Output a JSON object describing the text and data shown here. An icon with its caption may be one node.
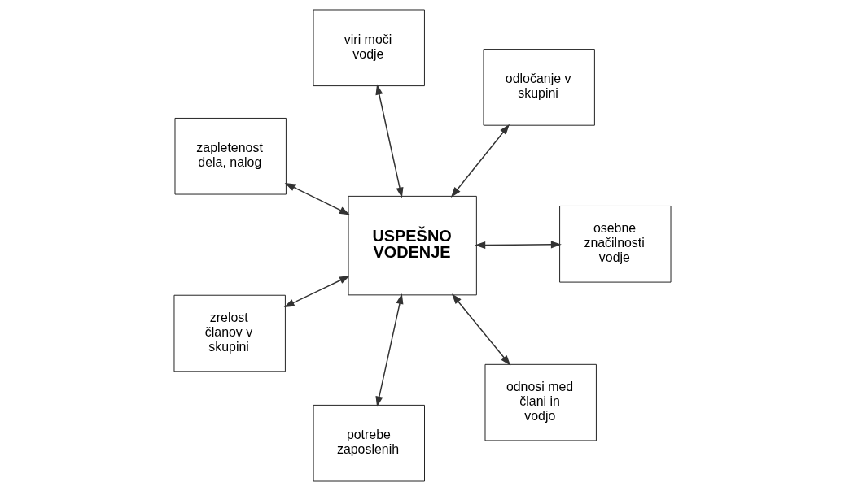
{
  "diagram": {
    "nodes": [
      {
        "text": [
          "USPEŠNO VODENJE"
        ]
      },
      {
        "text": [
          "osebne značilnosti vodje"
        ]
      },
      {
        "text": [
          "potrebe zaposlenih"
        ]
      },
      {
        "text": [
          "zapletenost dela, nalog"
        ]
      },
      {
        "text": [
          "odločanje v skupini"
        ]
      },
      {
        "text": [
          "viri moči vodje"
        ]
      },
      {
        "text": [
          "zrelost članov v skupini"
        ]
      },
      {
        "text": [
          "odnosi med člani in vodjo"
        ]
      }
    ],
    "edges": [
      {
        "from": 0,
        "to": 1,
        "arrow": "both"
      },
      {
        "from": 0,
        "to": 2,
        "arrow": "both"
      },
      {
        "from": 0,
        "to": 3,
        "arrow": "both"
      },
      {
        "from": 0,
        "to": 4,
        "arrow": "both"
      },
      {
        "from": 0,
        "to": 5,
        "arrow": "both"
      },
      {
        "from": 0,
        "to": 6,
        "arrow": "both"
      },
      {
        "from": 0,
        "to": 7,
        "arrow": "both"
      }
    ]
  }
}
